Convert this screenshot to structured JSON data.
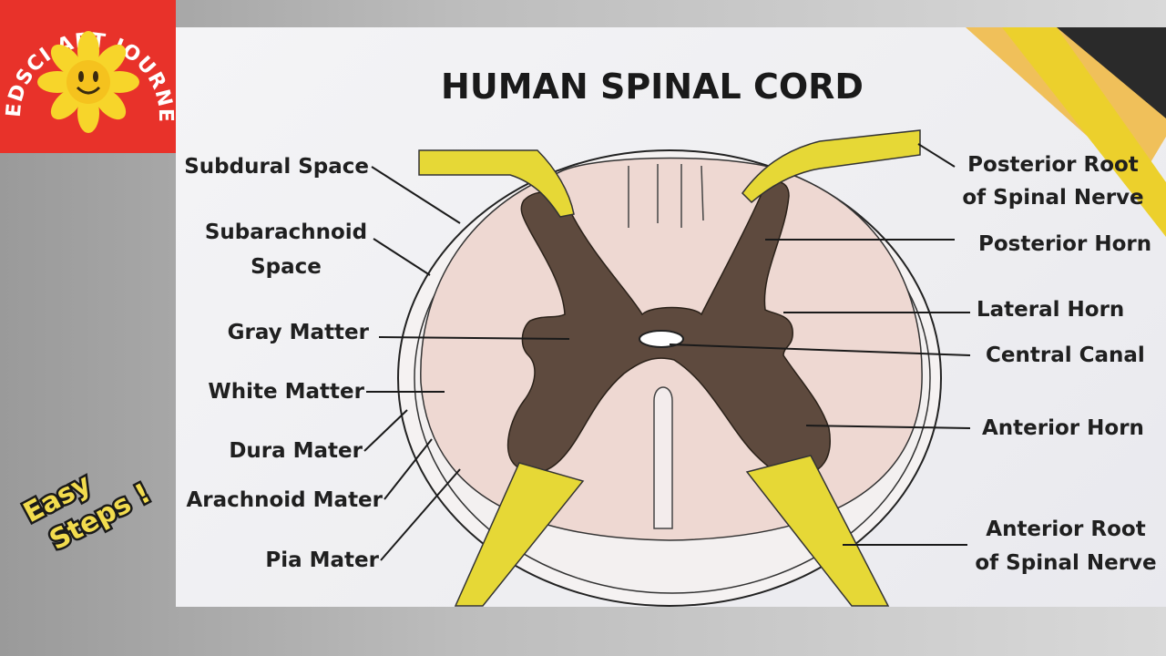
{
  "title": "HUMAN SPINAL CORD",
  "logo": {
    "text": "MEDSCI ART JOURNEY"
  },
  "badge": {
    "line1": "Easy",
    "line2": "Steps !"
  },
  "labels_left": {
    "subdural": "Subdural Space",
    "subarachnoid_1": "Subarachnoid",
    "subarachnoid_2": "Space",
    "gray": "Gray Matter",
    "white": "White Matter",
    "dura": "Dura Mater",
    "arachnoid": "Arachnoid Mater",
    "pia": "Pia Mater"
  },
  "labels_right": {
    "posterior_root_1": "Posterior Root",
    "posterior_root_2": "of Spinal Nerve",
    "posterior_horn": "Posterior Horn",
    "lateral_horn": "Lateral Horn",
    "central_canal": "Central Canal",
    "anterior_horn": "Anterior Horn",
    "anterior_root_1": "Anterior Root",
    "anterior_root_2": "of Spinal Nerve"
  },
  "colors": {
    "gray_matter": "#5e4a3e",
    "white_matter": "#eed8d2",
    "nerve": "#e6d836",
    "logo_bg": "#e8322a",
    "logo_flower": "#f7d52a",
    "badge_text": "#f2dc4e"
  }
}
